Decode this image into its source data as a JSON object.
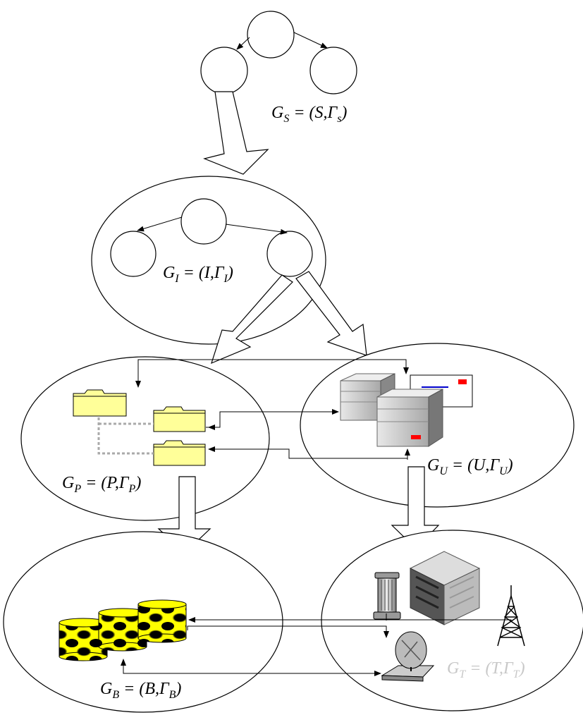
{
  "labels": {
    "gs": {
      "sym": "G",
      "sub": "S",
      "eq": " = (S,",
      "gamma": "Γ",
      "gsub": "s",
      "close": ")"
    },
    "gi": {
      "sym": "G",
      "sub": "I",
      "eq": " = (I,",
      "gamma": "Γ",
      "gsub": "I",
      "close": ")"
    },
    "gp": {
      "sym": "G",
      "sub": "P",
      "eq": " = (P,",
      "gamma": "Γ",
      "gsub": "P",
      "close": ")"
    },
    "gu": {
      "sym": "G",
      "sub": "U",
      "eq": " = (U,",
      "gamma": "Γ",
      "gsub": "U",
      "close": ")"
    },
    "gb": {
      "sym": "G",
      "sub": "B",
      "eq": " = (B,",
      "gamma": "Γ",
      "gsub": "B",
      "close": ")"
    },
    "gt": {
      "sym": "G",
      "sub": "T",
      "eq": " = (T,",
      "gamma": "Γ",
      "gsub": "T",
      "close": ")"
    }
  },
  "colors": {
    "line": "#000000",
    "folder_fill": "#ffff99",
    "server_fill": "#d4d4d4",
    "accent_red": "#ff0000",
    "accent_blue": "#0000cc",
    "faded_label": "#c8c8c8",
    "db_fill": "#ffff00"
  },
  "icons": [
    "folder-icon",
    "server-icon",
    "document-icon",
    "database-icon",
    "column-icon",
    "building-icon",
    "radio-tower-icon",
    "satellite-dish-icon"
  ]
}
